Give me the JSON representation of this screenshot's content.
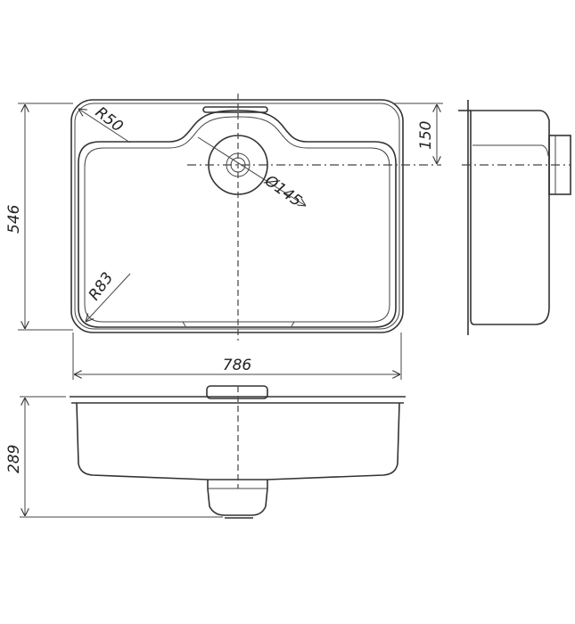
{
  "drawing": {
    "dimensions": {
      "width": "786",
      "length": "546",
      "depth": "289",
      "drain_offset": "150",
      "drain_diameter": "Ø145",
      "outer_radius": "R50",
      "inner_radius": "R83"
    },
    "line_color": "#333333"
  }
}
